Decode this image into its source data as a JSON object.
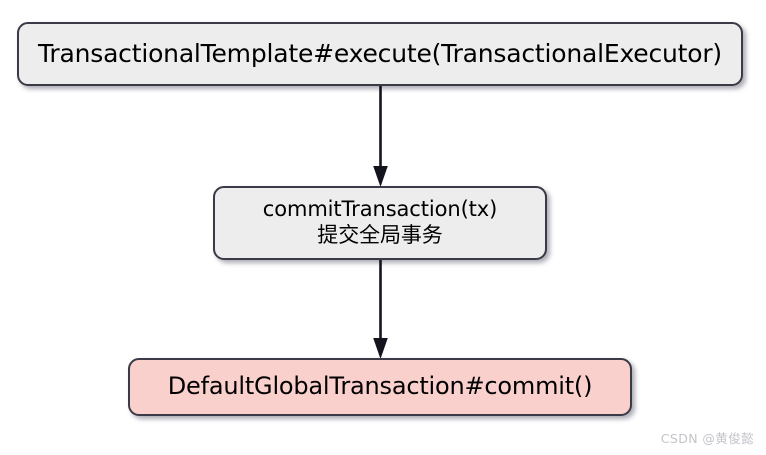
{
  "diagram": {
    "type": "flowchart",
    "direction": "top-to-bottom",
    "background_color": "#ffffff",
    "nodes": [
      {
        "id": "template",
        "label": "TransactionalTemplate#execute(TransactionalExecutor)",
        "shape": "rounded-rectangle",
        "fill_color": "#ededed",
        "border_color": "#3b3b48",
        "text_color": "#000000"
      },
      {
        "id": "commit_transaction",
        "label": "commitTransaction(tx)\n提交全局事务",
        "shape": "rounded-rectangle",
        "fill_color": "#ededed",
        "border_color": "#3b3b48",
        "text_color": "#000000"
      },
      {
        "id": "default_global_transaction",
        "label": "DefaultGlobalTransaction#commit()",
        "shape": "rounded-rectangle",
        "fill_color": "#fad0cc",
        "border_color": "#3b3b48",
        "text_color": "#000000"
      }
    ],
    "edges": [
      {
        "id": "edge-1",
        "from": "template",
        "to": "commit_transaction",
        "label": "",
        "style": "solid",
        "arrow": "filled-triangle",
        "color": "#14141e"
      },
      {
        "id": "edge-2",
        "from": "commit_transaction",
        "to": "default_global_transaction",
        "label": "",
        "style": "solid",
        "arrow": "filled-triangle",
        "color": "#14141e"
      }
    ]
  },
  "watermark": {
    "text": "CSDN @黄俊懿",
    "color": "#c3c4ca"
  }
}
